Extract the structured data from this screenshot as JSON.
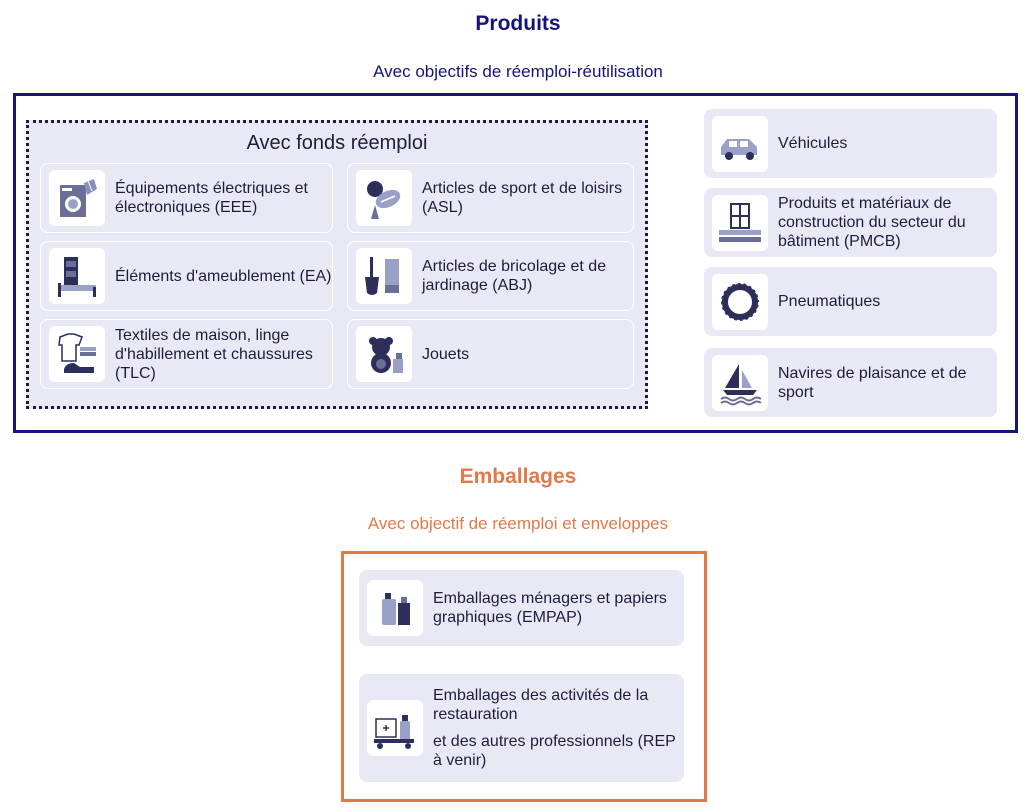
{
  "produits": {
    "title": "Produits",
    "subtitle": "Avec objectifs de réemploi-réutilisation",
    "fonds": {
      "title": "Avec fonds réemploi",
      "items": [
        {
          "label": "Équipements électriques et électroniques (EEE)",
          "icon": "washing-machine-icon"
        },
        {
          "label": "Articles de sport et de loisirs (ASL)",
          "icon": "sport-ball-icon"
        },
        {
          "label": "Éléments d'ameublement (EA)",
          "icon": "furniture-icon"
        },
        {
          "label": "Articles de bricolage et de jardinage (ABJ)",
          "icon": "garden-tools-icon"
        },
        {
          "label": "Textiles de maison, linge d'habillement et chaussures (TLC)",
          "icon": "textile-icon"
        },
        {
          "label": "Jouets",
          "icon": "teddy-bear-icon"
        }
      ]
    },
    "others": [
      {
        "label": "Véhicules",
        "icon": "car-icon"
      },
      {
        "label": "Produits et matériaux de construction du secteur du bâtiment (PMCB)",
        "icon": "building-materials-icon"
      },
      {
        "label": "Pneumatiques",
        "icon": "tire-icon"
      },
      {
        "label": "Navires de plaisance et de sport",
        "icon": "sailboat-icon"
      }
    ]
  },
  "emballages": {
    "title": "Emballages",
    "subtitle": "Avec objectif de réemploi et enveloppes",
    "items": [
      {
        "label": "Emballages ménagers et papiers graphiques (EMPAP)",
        "icon": "household-packaging-icon"
      },
      {
        "label_line1": "Emballages des activités de la restauration",
        "label_line2": "et des autres professionnels (REP à venir)",
        "icon": "restaurant-packaging-icon"
      }
    ]
  },
  "colors": {
    "navy": "#14147a",
    "orange": "#e07a4a",
    "card_bg": "#e9e9f5"
  }
}
